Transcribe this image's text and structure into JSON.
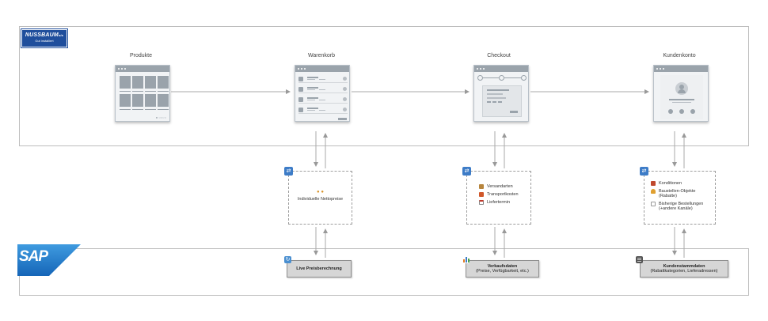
{
  "brand": {
    "name": "NUSSBAUM",
    "suffix": "sis",
    "tagline": "Gut installiert",
    "sap_logo": "SAP",
    "brand_color": "#1f4e9c",
    "sap_color": "#1f70c1"
  },
  "stages": [
    {
      "label": "Produkte"
    },
    {
      "label": "Warenkorb"
    },
    {
      "label": "Checkout"
    },
    {
      "label": "Kundenkonto"
    }
  ],
  "sync_cards": {
    "warenkorb": {
      "icon": "sync-icon",
      "items": [
        {
          "icon": "people-icon",
          "text": "Individuelle Nettopreise"
        }
      ]
    },
    "checkout": {
      "icon": "sync-icon",
      "items": [
        {
          "icon": "box-icon",
          "text": "Versandarten"
        },
        {
          "icon": "truck-icon",
          "text": "Transportkosten"
        },
        {
          "icon": "calendar-icon",
          "text": "Liefertermin"
        }
      ]
    },
    "kundenkonto": {
      "icon": "sync-icon",
      "items": [
        {
          "icon": "conditions-icon",
          "text": "Konditionen"
        },
        {
          "icon": "construction-icon",
          "text": "Baustellen-Objekte (Rabatte)"
        },
        {
          "icon": "document-icon",
          "text": "Bisherige Bestellungen (+andere Kanäle)"
        }
      ]
    }
  },
  "sap_boxes": [
    {
      "icon": "refresh-icon",
      "title": "Live Preisberechnung",
      "subtitle": ""
    },
    {
      "icon": "chart-icon",
      "title": "Verkaufsdaten",
      "subtitle": "(Preise, Verfügbarkeit, etc.)"
    },
    {
      "icon": "database-icon",
      "title": "Kundenstammdaten",
      "subtitle": "(Rabattkategorien, Lieferadressen)"
    }
  ]
}
